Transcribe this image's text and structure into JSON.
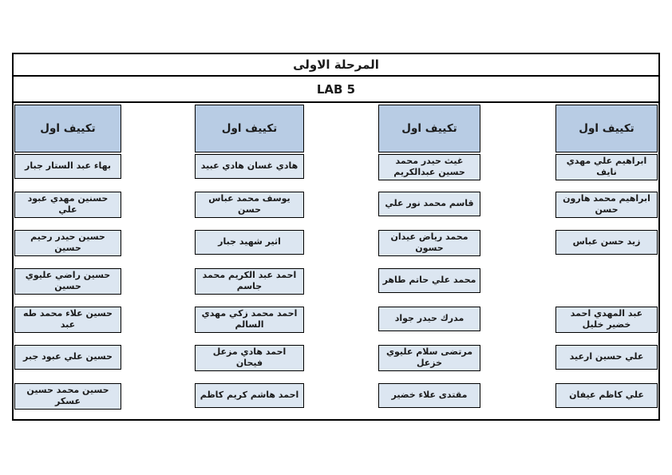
{
  "page": {
    "title": "المرحلة الاولى",
    "lab": "LAB 5"
  },
  "columns": [
    {
      "header": "تكييف اول",
      "students": [
        {
          "row": 1,
          "name": "بهاء عبد الستار جبار"
        },
        {
          "row": 2,
          "name": "حسنين مهدي عبود علي"
        },
        {
          "row": 3,
          "name": "حسين حيدر رحيم حسين"
        },
        {
          "row": 4,
          "name": "حسين راضي عليوي حسين"
        },
        {
          "row": 5,
          "name": "حسين علاء محمد طه عبد"
        },
        {
          "row": 6,
          "name": "حسين علي عبود جبر"
        },
        {
          "row": 7,
          "name": "حسين محمد حسين عسكر"
        }
      ]
    },
    {
      "header": "تكييف اول",
      "students": [
        {
          "row": 1,
          "name": "هادي غسان هادي عبيد"
        },
        {
          "row": 2,
          "name": "يوسف محمد عباس حسن"
        },
        {
          "row": 3,
          "name": "اثير شهيد جبار"
        },
        {
          "row": 4,
          "name": "احمد عبد الكريم محمد جاسم"
        },
        {
          "row": 5,
          "name": "احمد محمد زكي مهدي السالم"
        },
        {
          "row": 6,
          "name": "احمد هادي مزعل فيحان"
        },
        {
          "row": 7,
          "name": "احمد هاشم كريم كاظم"
        }
      ]
    },
    {
      "header": "تكييف اول",
      "students": [
        {
          "row": 1,
          "name": "غيث حيدر محمد حسين عبدالكريم"
        },
        {
          "row": 2,
          "name": "قاسم محمد نور علي"
        },
        {
          "row": 3,
          "name": "محمد رياض عيدان حسون"
        },
        {
          "row": 4,
          "name": "محمد علي حاتم طاهر"
        },
        {
          "row": 5,
          "name": "مدرك حيدر جواد"
        },
        {
          "row": 6,
          "name": "مرتضى سلام عليوي خزعل"
        },
        {
          "row": 7,
          "name": "مقتدى علاء خضير"
        }
      ]
    },
    {
      "header": "تكييف اول",
      "students": [
        {
          "row": 1,
          "name": "ابراهيم علي مهدي نايف"
        },
        {
          "row": 2,
          "name": "ابراهيم محمد هارون حسن"
        },
        {
          "row": 3,
          "name": "زيد حسن عباس"
        },
        {
          "row": 5,
          "name": "عبد المهدي احمد خضير خليل"
        },
        {
          "row": 6,
          "name": "علي حسين ارعيد"
        },
        {
          "row": 7,
          "name": "علي كاظم عيفان"
        }
      ]
    }
  ],
  "colors": {
    "page_bg": "#ffffff",
    "header_bg": "#b8cce4",
    "cell_bg": "#dce6f1",
    "border_color": "#000000",
    "text_color": "#1a1a1a"
  }
}
